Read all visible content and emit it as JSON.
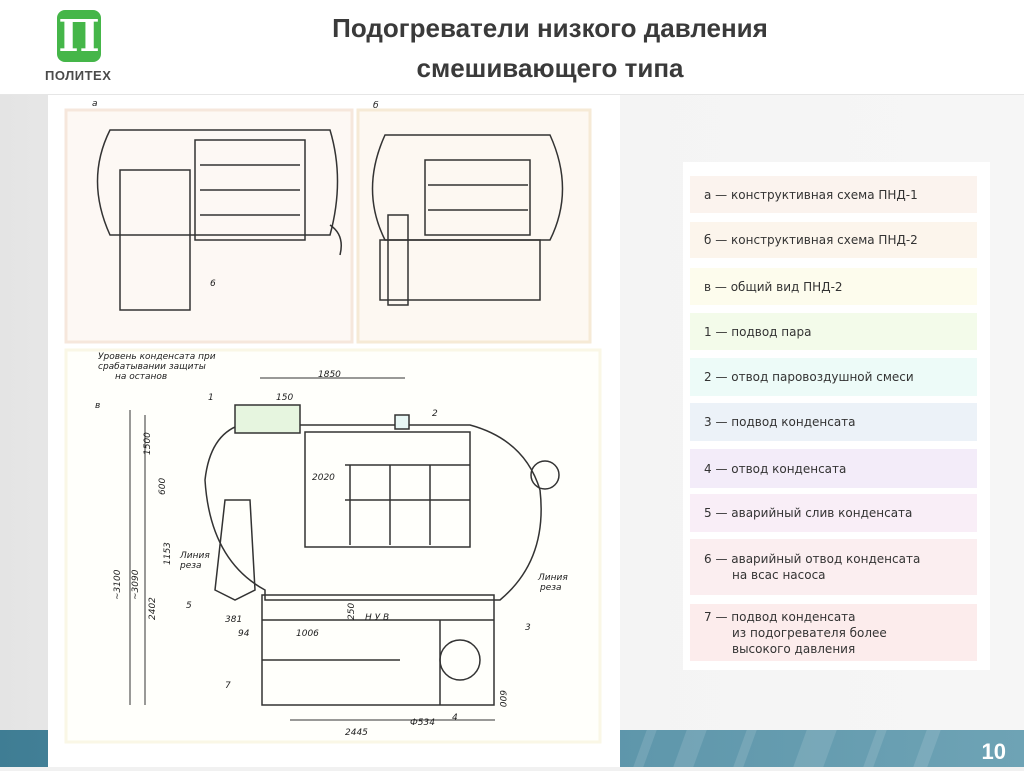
{
  "header": {
    "logo_text": "ПОЛИТЕХ",
    "logo_glyph": "П",
    "title_line1": "Подогреватели низкого давления",
    "title_line2": "смешивающего типа"
  },
  "diagram": {
    "part_labels": [
      "а",
      "б",
      "в"
    ],
    "note": [
      "Уровень конденсата при",
      "срабатывании защиты",
      "на останов"
    ],
    "dimensions": [
      "1850",
      "150",
      "1500",
      "600",
      "2020",
      "1153",
      "2402",
      "~3100",
      "~3090",
      "381",
      "94",
      "1006",
      "250",
      "Н У В",
      "600",
      "Ф534",
      "2445"
    ],
    "cut_line": [
      "Линия",
      "реза"
    ],
    "numbers": [
      "1",
      "2",
      "3",
      "4",
      "5",
      "6",
      "7"
    ]
  },
  "legend": [
    {
      "lines": [
        "а — конструктивная схема ПНД-1"
      ],
      "color": "#fbf3ee"
    },
    {
      "lines": [
        "б — конструктивная схема ПНД-2"
      ],
      "color": "#fcf5ec"
    },
    {
      "lines": [
        "в — общий вид ПНД-2"
      ],
      "color": "#fdfced"
    },
    {
      "lines": [
        "1 — подвод пара"
      ],
      "color": "#f3fbea"
    },
    {
      "lines": [
        "2 — отвод паровоздушной смеси"
      ],
      "color": "#edfbf8"
    },
    {
      "lines": [
        "3 — подвод конденсата"
      ],
      "color": "#ecf2f8"
    },
    {
      "lines": [
        "4 — отвод конденсата"
      ],
      "color": "#f3ecf9"
    },
    {
      "lines": [
        "5 — аварийный слив конденсата"
      ],
      "color": "#f9eef7"
    },
    {
      "lines": [
        "6 — аварийный отвод конденсата",
        "на всас насоса"
      ],
      "color": "#fbeef0"
    },
    {
      "lines": [
        "7 — подвод конденсата",
        "из подогревателя более",
        "высокого давления"
      ],
      "color": "#fcecec"
    }
  ],
  "footer": {
    "page_number": "10"
  }
}
